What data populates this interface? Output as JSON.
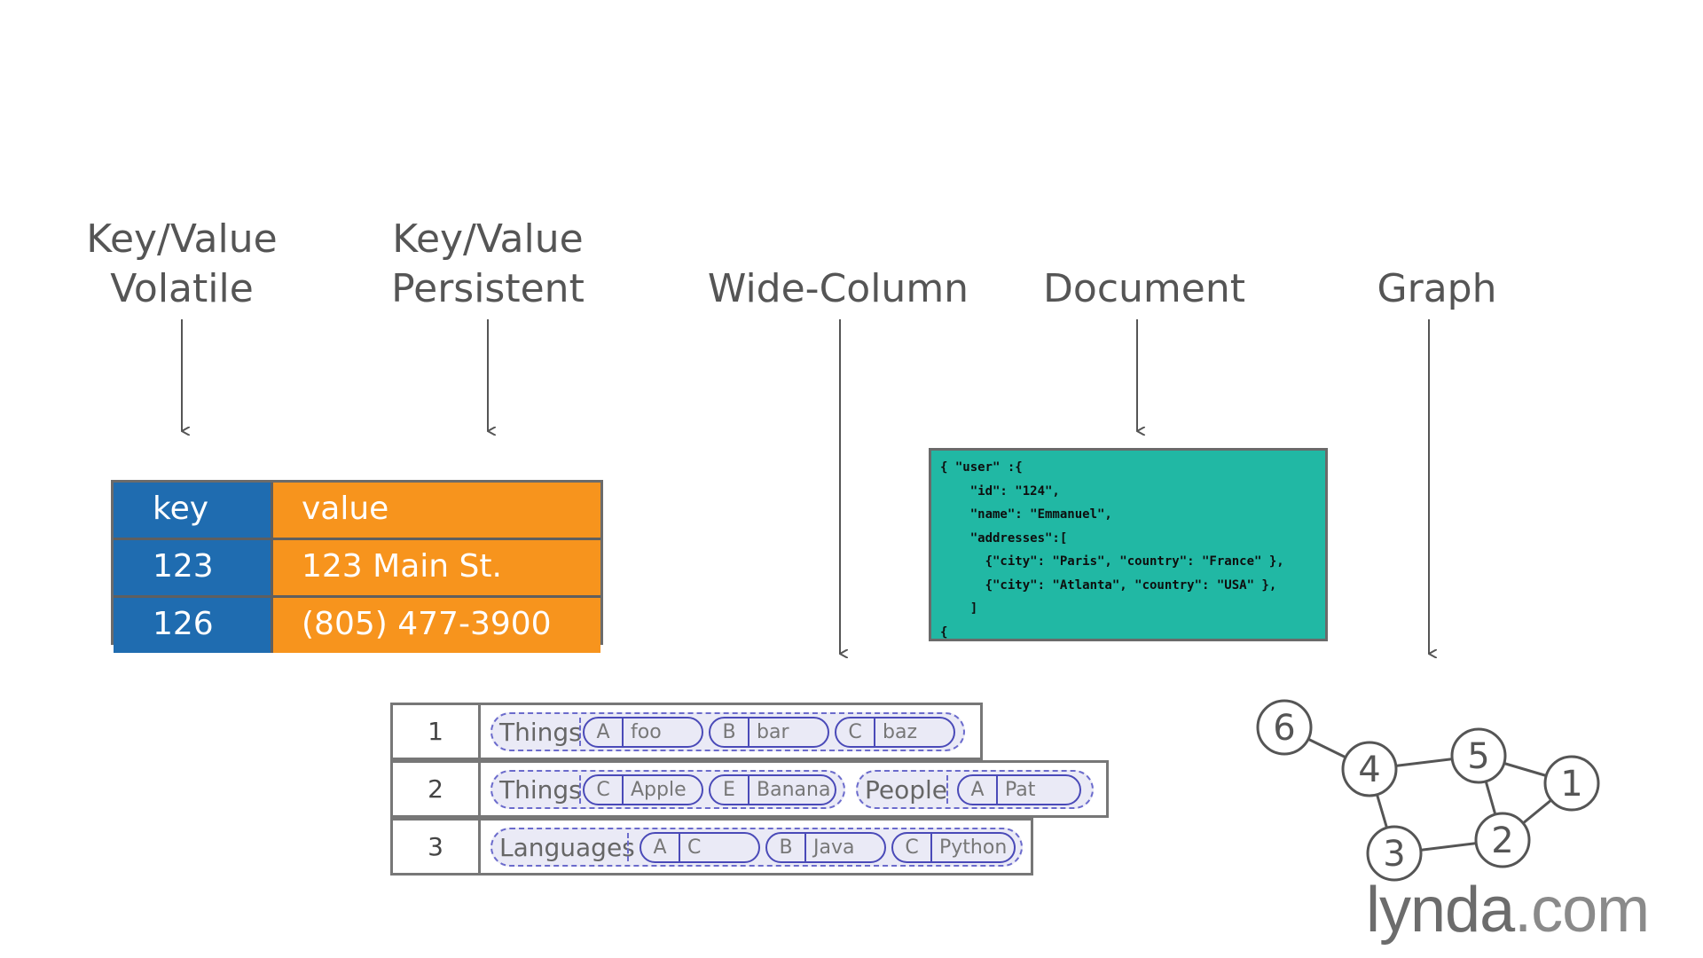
{
  "categories": [
    {
      "lines": [
        "Key/Value",
        "Volatile"
      ]
    },
    {
      "lines": [
        "Key/Value",
        "Persistent"
      ]
    },
    {
      "lines": [
        "Wide-Column"
      ]
    },
    {
      "lines": [
        "Document"
      ]
    },
    {
      "lines": [
        "Graph"
      ]
    }
  ],
  "kv_table": {
    "header": {
      "key": "key",
      "value": "value"
    },
    "rows": [
      {
        "key": "123",
        "value": "123 Main St."
      },
      {
        "key": "126",
        "value": "(805) 477-3900"
      }
    ],
    "colors": {
      "key_bg": "#1f6cb0",
      "value_bg": "#f7941d"
    }
  },
  "document": {
    "lines": [
      "{ \"user\" :{",
      "    \"id\": \"124\",",
      "    \"name\": \"Emmanuel\",",
      "    \"addresses\":[",
      "      {\"city\": \"Paris\", \"country\": \"France\" },",
      "      {\"city\": \"Atlanta\", \"country\": \"USA\" },",
      "    ]",
      "{"
    ],
    "bg_color": "#21b8a4"
  },
  "wide_column": {
    "rows": [
      {
        "id": "1",
        "families": [
          {
            "name": "Things",
            "columns": [
              {
                "key": "A",
                "value": "foo"
              },
              {
                "key": "B",
                "value": "bar"
              },
              {
                "key": "C",
                "value": "baz"
              }
            ]
          }
        ]
      },
      {
        "id": "2",
        "families": [
          {
            "name": "Things",
            "columns": [
              {
                "key": "C",
                "value": "Apple"
              },
              {
                "key": "E",
                "value": "Banana"
              }
            ]
          },
          {
            "name": "People",
            "columns": [
              {
                "key": "A",
                "value": "Pat"
              }
            ]
          }
        ]
      },
      {
        "id": "3",
        "families": [
          {
            "name": "Languages",
            "columns": [
              {
                "key": "A",
                "value": "C"
              },
              {
                "key": "B",
                "value": "Java"
              },
              {
                "key": "C",
                "value": "Python"
              }
            ]
          }
        ]
      }
    ]
  },
  "graph": {
    "nodes": [
      "6",
      "4",
      "5",
      "1",
      "3",
      "2"
    ],
    "edges": [
      [
        "6",
        "4"
      ],
      [
        "4",
        "5"
      ],
      [
        "5",
        "1"
      ],
      [
        "5",
        "2"
      ],
      [
        "1",
        "2"
      ],
      [
        "4",
        "3"
      ],
      [
        "3",
        "2"
      ]
    ]
  },
  "logo": {
    "main": "lynda",
    "suffix": ".com"
  }
}
